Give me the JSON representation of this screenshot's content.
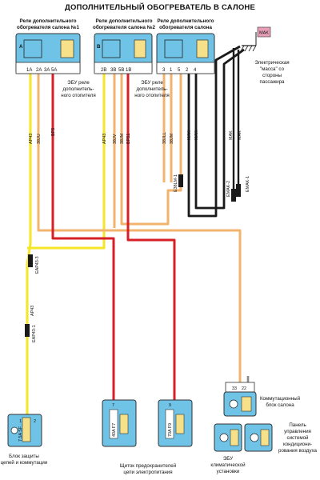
{
  "title": "ДОПОЛНИТЕЛЬНЫЙ ОБОГРЕВАТЕЛЬ В САЛОНЕ",
  "relay1": {
    "line1": "Реле дополнительного",
    "line2": "обогревателя салона №1",
    "tag": "A",
    "pins": [
      "1A",
      "2A",
      "3A",
      "5A"
    ]
  },
  "relay2": {
    "line1": "Реле дополнительного",
    "line2": "обогревателя салона №2",
    "tag": "B",
    "pins": [
      "2B",
      "3B",
      "5B",
      "1B"
    ]
  },
  "relay3": {
    "line1": "Реле дополнительного",
    "line2": "обогревателя салона",
    "pins": [
      "3",
      "1",
      "5",
      "2",
      "4"
    ]
  },
  "ground": {
    "badge": "MAK",
    "line1": "Электрическая",
    "line2": "\"масса\" со",
    "line3": "стороны",
    "line4": "пассажира"
  },
  "ecu1": {
    "line1": "ЭБУ реле",
    "line2": "дополнитель-",
    "line3": "ного отопителя"
  },
  "ecu2": {
    "line1": "ЭБУ реле",
    "line2": "дополнитель-",
    "line3": "ного отопителя"
  },
  "wires": {
    "w1": "AP43",
    "w2": "38JU",
    "w3": "BP5",
    "w4": "AP43",
    "w5": "38JV",
    "w6": "38JM",
    "w7": "BP51",
    "w8": "38JLL",
    "w9": "38JM",
    "w10": "MAK",
    "w11": "MAK",
    "w12": "MAK",
    "w13": "MAK"
  },
  "connectors": {
    "c1": "E38LM-1",
    "c2": "EMAK-2",
    "c3": "EMAK-1",
    "c4": "EAP43-3",
    "c5": "EAP43-1",
    "c6": "AP43"
  },
  "fuse_block": {
    "line1": "Блок защиты",
    "line2": "цепей и коммутации",
    "pin1": "1",
    "pin2": "7.5A SF",
    "pin3": "2"
  },
  "fuse_box": {
    "line1": "Щиток предохранителей",
    "line2": "цепи электропитания",
    "f1_pin": "7",
    "f1_label": "40A F7",
    "f2_pin": "9",
    "f2_label": "70A F9"
  },
  "switch_block": {
    "line1": "Коммутационный",
    "line2": "блок салона",
    "pin_a": "33",
    "pin_b": "22"
  },
  "climate_ecu": {
    "line1": "ЭБУ",
    "line2": "климатической",
    "line3": "установки"
  },
  "ac_panel": {
    "line1": "Панель",
    "line2": "управления",
    "line3": "системой",
    "line4": "кондициони-",
    "line5": "рования воздуха"
  },
  "colors": {
    "yellow": "#F5E626",
    "red": "#D61F26",
    "orange": "#F2B36E",
    "black": "#1A1A1A",
    "grey": "#8A8A8A",
    "module": "#6FC3E7",
    "pad": "#F7E08A",
    "badge": "#E79FB8"
  }
}
